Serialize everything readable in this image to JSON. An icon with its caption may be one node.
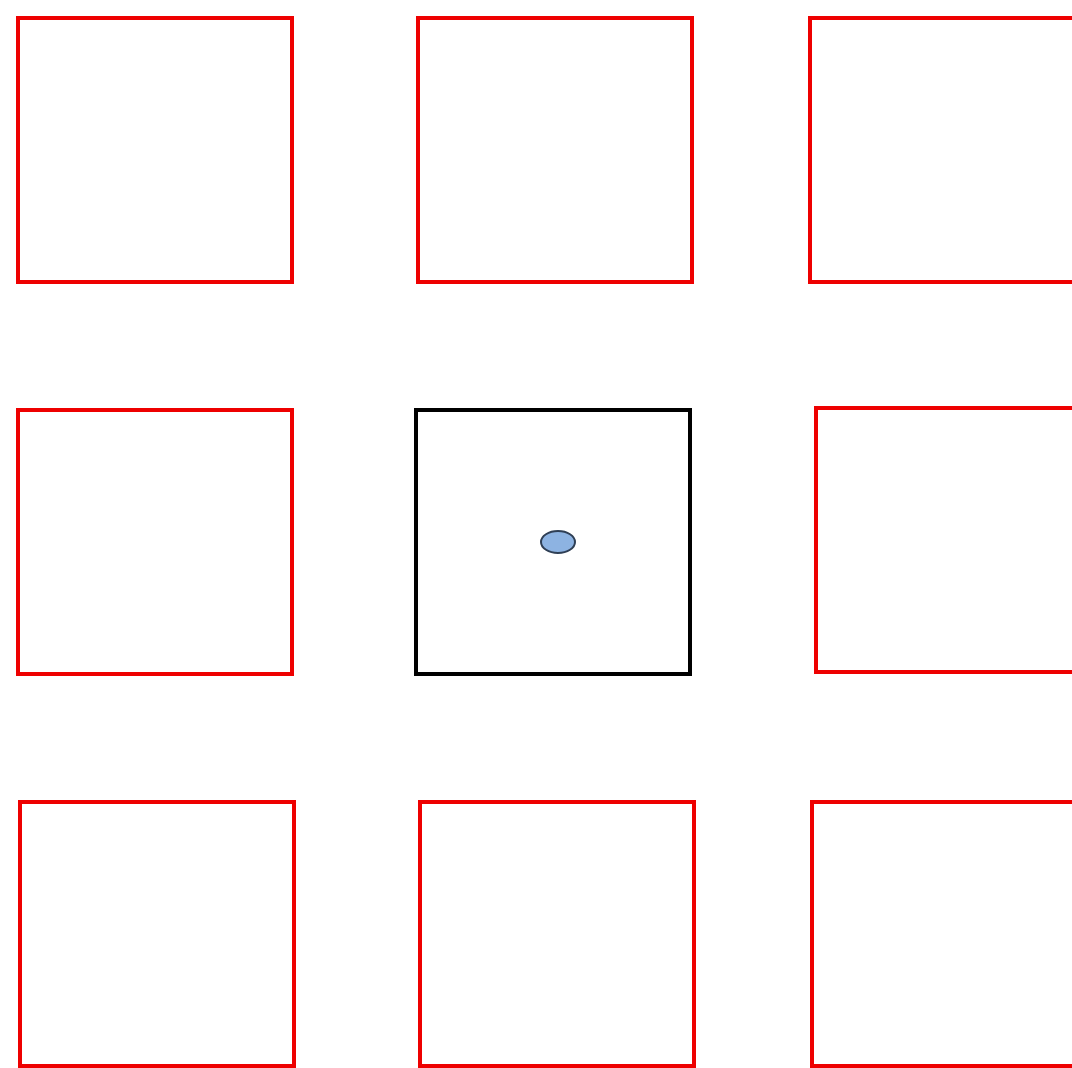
{
  "diagram": {
    "nodes": [
      {
        "text": [],
        "shape": "box"
      },
      {
        "text": [],
        "shape": "box"
      },
      {
        "text": [],
        "shape": "box"
      },
      {
        "text": [],
        "shape": "box"
      },
      {
        "text": [],
        "shape": "box"
      },
      {
        "text": [],
        "shape": "circle",
        "in": 4
      },
      {
        "text": [],
        "shape": "box"
      },
      {
        "text": [],
        "shape": "box"
      },
      {
        "text": [],
        "shape": "box"
      },
      {
        "text": [],
        "shape": "box"
      }
    ]
  }
}
